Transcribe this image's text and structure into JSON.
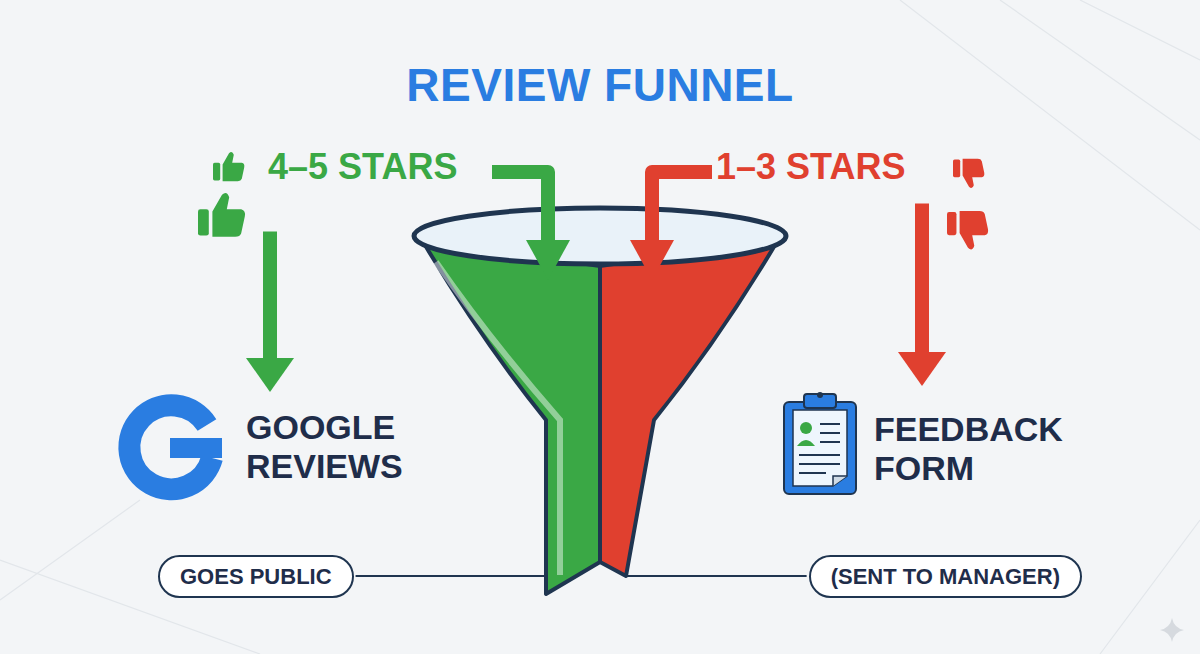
{
  "diagram": {
    "title": "REVIEW FUNNEL",
    "nodes": [
      {
        "text": [
          "4–5 STARS"
        ]
      },
      {
        "text": [
          "1–3 STARS"
        ]
      },
      {
        "text": [
          "GOOGLE REVIEWS"
        ]
      },
      {
        "text": [
          "FEEDBACK FORM"
        ]
      },
      {
        "text": [
          "GOES PUBLIC"
        ]
      },
      {
        "text": [
          "(SENT TO MANAGER)"
        ]
      }
    ],
    "edges": [
      {
        "from": 0,
        "to": 2,
        "arrow": "to"
      },
      {
        "from": 1,
        "to": 3,
        "arrow": "to"
      }
    ]
  }
}
